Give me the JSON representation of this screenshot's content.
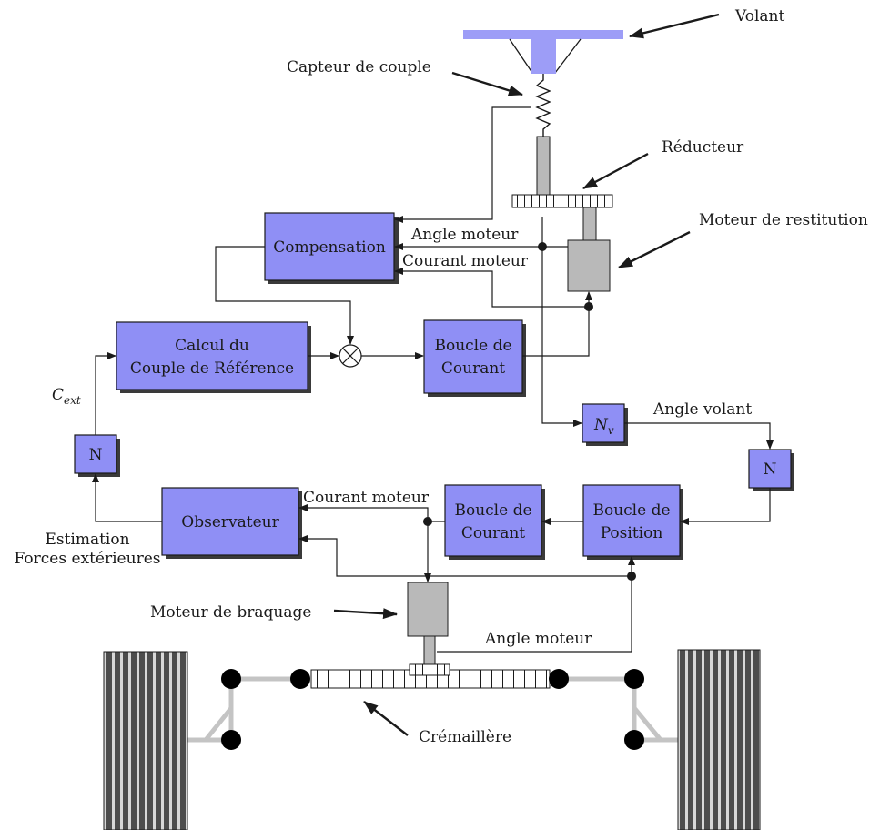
{
  "labels": {
    "volant": "Volant",
    "capteur": "Capteur de couple",
    "reducteur": "Réducteur",
    "moteur_restitution": "Moteur de restitution",
    "angle_moteur_top": "Angle moteur",
    "courant_moteur_top": "Courant moteur",
    "c_ext_main": "C",
    "c_ext_sub": "ext",
    "angle_volant": "Angle volant",
    "courant_moteur_bottom": "Courant moteur",
    "estimation_line1": "Estimation",
    "estimation_line2": "Forces extérieures",
    "moteur_braquage": "Moteur de braquage",
    "angle_moteur_bottom": "Angle moteur",
    "cremaillere": "Crémaillère"
  },
  "blocks": {
    "compensation": "Compensation",
    "calcul_line1": "Calcul du",
    "calcul_line2": "Couple de Référence",
    "boucle_courant_top_line1": "Boucle de",
    "boucle_courant_top_line2": "Courant",
    "nv_main": "N",
    "nv_sub": "v",
    "n_left": "N",
    "n_right": "N",
    "observateur": "Observateur",
    "boucle_courant_bottom_line1": "Boucle de",
    "boucle_courant_bottom_line2": "Courant",
    "boucle_position_line1": "Boucle de",
    "boucle_position_line2": "Position"
  },
  "colors": {
    "block_fill": "#8f8ff5",
    "steering_wheel": "#9d9df7",
    "mechanical_grey": "#b9b9b9",
    "tire": "#5a5a5a"
  }
}
